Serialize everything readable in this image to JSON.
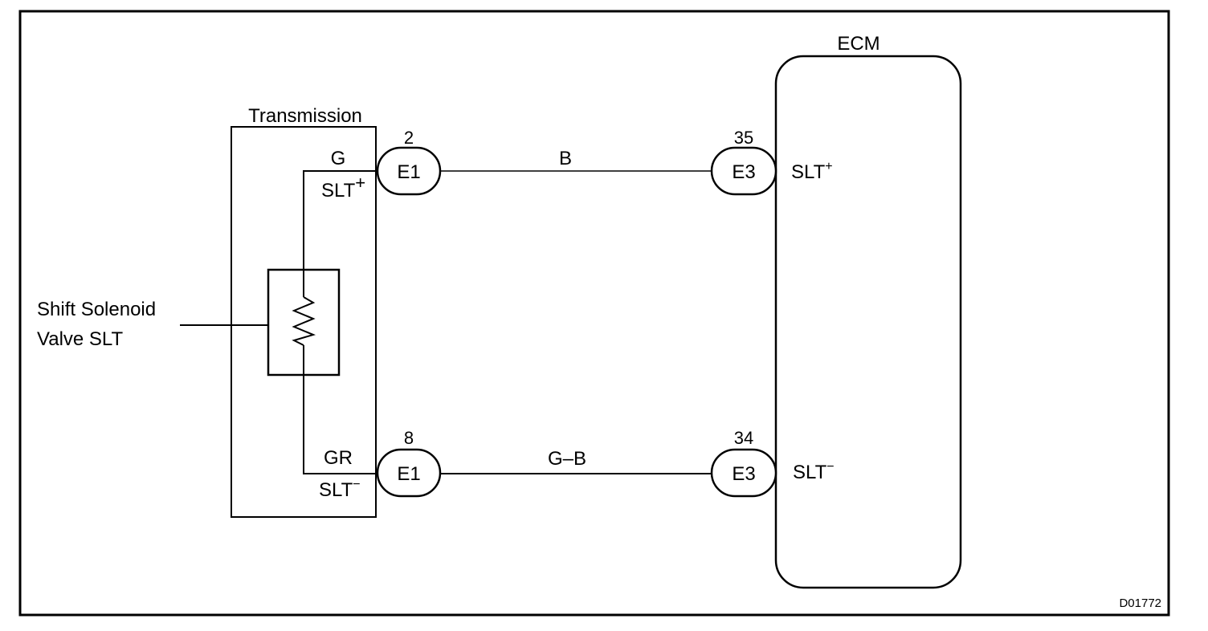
{
  "components": {
    "ecm": {
      "title": "ECM"
    },
    "transmission": {
      "title": "Transmission"
    },
    "solenoid": {
      "line1": "Shift Solenoid",
      "line2": "Valve SLT"
    }
  },
  "connectors": {
    "e1_top": {
      "label": "E1",
      "pin": "2"
    },
    "e1_bottom": {
      "label": "E1",
      "pin": "8"
    },
    "e3_top": {
      "label": "E3",
      "pin": "35"
    },
    "e3_bottom": {
      "label": "E3",
      "pin": "34"
    }
  },
  "wires": {
    "top": {
      "color_code": "B"
    },
    "bottom": {
      "color_code": "G–B"
    }
  },
  "transmission_terminals": {
    "top": {
      "wire_color": "G",
      "terminal": "SLT",
      "sign": "+"
    },
    "bottom": {
      "wire_color": "GR",
      "terminal": "SLT",
      "sign": "−"
    }
  },
  "ecm_terminals": {
    "top": {
      "terminal": "SLT",
      "sign": "+"
    },
    "bottom": {
      "terminal": "SLT",
      "sign": "−"
    }
  },
  "diagram_code": "D01772"
}
